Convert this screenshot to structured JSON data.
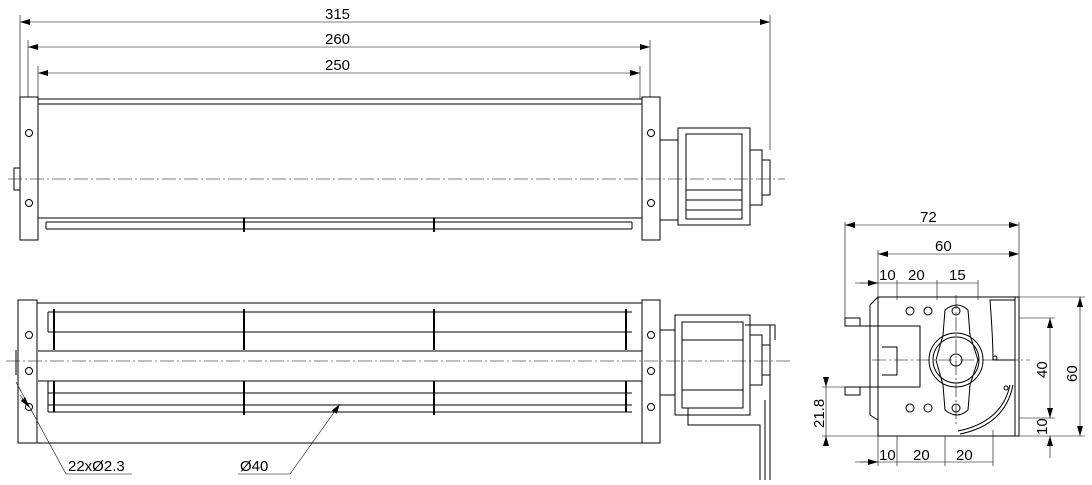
{
  "drawing": {
    "top_view": {
      "dims": {
        "overall": "315",
        "housing": "260",
        "rotor": "250"
      }
    },
    "front_view": {
      "callouts": {
        "holes": "22xØ2.3",
        "rotor_diameter": "Ø40"
      }
    },
    "side_view": {
      "dims": {
        "width_total": "72",
        "width_body": "60",
        "top_a": "10",
        "top_b": "20",
        "top_c": "15",
        "height_total": "60",
        "height_inner": "40",
        "height_offset": "10",
        "axis_height": "21.8",
        "bottom_a": "10",
        "bottom_b": "20",
        "bottom_c": "20"
      }
    }
  }
}
